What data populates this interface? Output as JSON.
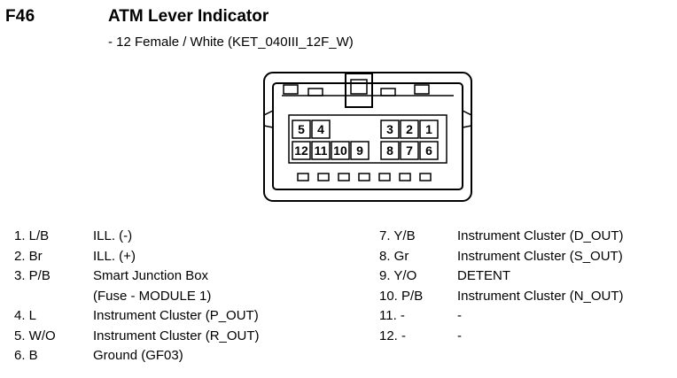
{
  "connector_code": "F46",
  "title": "ATM Lever Indicator",
  "subtitle": "- 12 Female / White (KET_040III_12F_W)",
  "connector": {
    "top_row": [
      "5",
      "4",
      "",
      "",
      "3",
      "2",
      "1"
    ],
    "bottom_row": [
      "12",
      "11",
      "10",
      "9",
      "8",
      "7",
      "6"
    ]
  },
  "pins_left": [
    {
      "pin": "1. L/B",
      "desc": "ILL. (-)"
    },
    {
      "pin": "2. Br",
      "desc": "ILL. (+)"
    },
    {
      "pin": "3. P/B",
      "desc": "Smart Junction Box"
    },
    {
      "pin": "",
      "desc": "(Fuse - MODULE 1)"
    },
    {
      "pin": "4. L",
      "desc": "Instrument Cluster (P_OUT)"
    },
    {
      "pin": "5. W/O",
      "desc": "Instrument Cluster (R_OUT)"
    },
    {
      "pin": "6. B",
      "desc": "Ground (GF03)"
    }
  ],
  "pins_right": [
    {
      "pin": "7. Y/B",
      "desc": "Instrument Cluster (D_OUT)"
    },
    {
      "pin": "8. Gr",
      "desc": "Instrument Cluster (S_OUT)"
    },
    {
      "pin": "9. Y/O",
      "desc": "DETENT"
    },
    {
      "pin": "10. P/B",
      "desc": "Instrument Cluster (N_OUT)"
    },
    {
      "pin": "11. -",
      "desc": "-"
    },
    {
      "pin": "12. -",
      "desc": "-"
    }
  ]
}
